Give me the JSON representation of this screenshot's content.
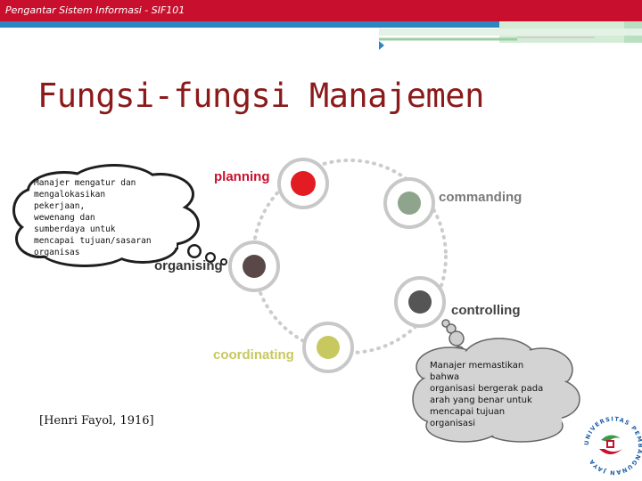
{
  "header": {
    "course": "Pengantar Sistem Informasi - SIF101",
    "bar_color": "#c8102e"
  },
  "slide": {
    "title": "Fungsi-fungsi Manajemen"
  },
  "diagram": {
    "stages": [
      {
        "id": "planning",
        "label": "planning",
        "color": "#e31b23",
        "label_color": "#c8102e"
      },
      {
        "id": "commanding",
        "label": "commanding",
        "color": "#8fa48c",
        "label_color": "#7a7a7a"
      },
      {
        "id": "controlling",
        "label": "controlling",
        "color": "#555555",
        "label_color": "#444444"
      },
      {
        "id": "coordinating",
        "label": "coordinating",
        "color": "#c8c860",
        "label_color": "#c8c860"
      },
      {
        "id": "organising",
        "label": "organising",
        "color": "#5a4848",
        "label_color": "#333333"
      }
    ],
    "ring_style": "dotted"
  },
  "clouds": {
    "organising_note": {
      "lines": [
        "Manajer mengatur dan",
        "mengalokasikan",
        "pekerjaan,",
        "wewenang dan",
        "sumberdaya untuk",
        "mencapai tujuan/sasaran",
        "organisas"
      ]
    },
    "controlling_note": {
      "lines": [
        "Manajer memastikan",
        "bahwa",
        "organisasi bergerak pada",
        "arah yang benar untuk",
        "mencapai tujuan",
        "organisasi"
      ]
    }
  },
  "citation": "[Henri Fayol, 1916]",
  "logo": {
    "ring_text": "UNIVERSITAS PEMBANGUNAN JAYA"
  }
}
